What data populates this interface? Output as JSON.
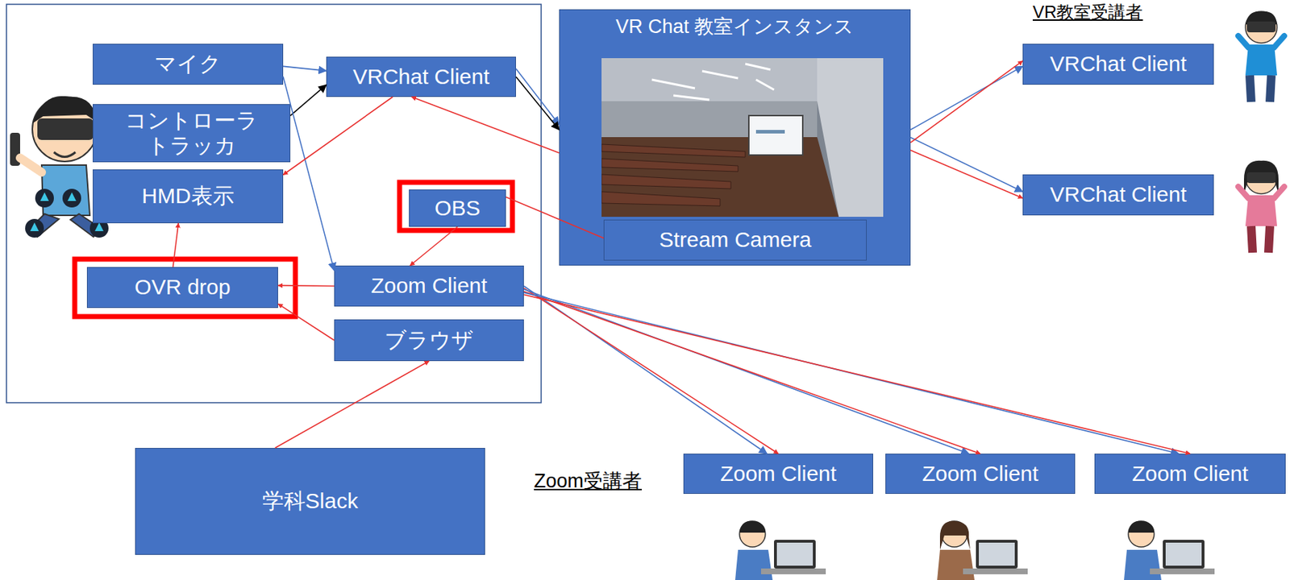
{
  "diagram": {
    "nodes": [
      {
        "text": [
          "マイク"
        ]
      },
      {
        "text": [
          "VRChat Client"
        ]
      },
      {
        "text": [
          "VR Chat 教室インスタンス"
        ]
      },
      {
        "text": [
          "Stream Camera"
        ],
        "in": 2
      },
      {
        "text": [
          "VRChat Client"
        ]
      },
      {
        "text": [
          "VRChat Client"
        ]
      },
      {
        "text": [
          "コントローラ トラッカ"
        ]
      },
      {
        "text": [
          "HMD表示"
        ]
      },
      {
        "text": [
          "OBS"
        ]
      },
      {
        "text": [
          "Zoom Client"
        ]
      },
      {
        "text": [
          "OVR drop"
        ]
      },
      {
        "text": [
          "ブラウザ"
        ]
      },
      {
        "text": [
          "学科Slack"
        ]
      },
      {
        "text": [
          "Zoom Client"
        ]
      },
      {
        "text": [
          "Zoom Client"
        ]
      },
      {
        "text": [
          "Zoom Client"
        ]
      }
    ],
    "edges": [
      {
        "from": 0,
        "to": 1,
        "arrow": "to"
      },
      {
        "from": 6,
        "to": 1,
        "arrow": "to"
      },
      {
        "from": 0,
        "to": 9,
        "arrow": "to"
      },
      {
        "from": 1,
        "to": 2,
        "arrow": "to"
      },
      {
        "from": 1,
        "to": 2,
        "arrow": "to"
      },
      {
        "from": 2,
        "to": 1,
        "arrow": "to"
      },
      {
        "from": 1,
        "to": 7,
        "arrow": "to"
      },
      {
        "from": 2,
        "to": 4,
        "arrow": "to"
      },
      {
        "from": 2,
        "to": 5,
        "arrow": "to"
      },
      {
        "from": 2,
        "to": 4,
        "arrow": "to"
      },
      {
        "from": 2,
        "to": 5,
        "arrow": "to"
      },
      {
        "from": 3,
        "to": 8,
        "arrow": "none"
      },
      {
        "from": 8,
        "to": 9,
        "arrow": "to"
      },
      {
        "from": 9,
        "to": 10,
        "arrow": "to"
      },
      {
        "from": 11,
        "to": 10,
        "arrow": "to"
      },
      {
        "from": 10,
        "to": 7,
        "arrow": "to"
      },
      {
        "from": 12,
        "to": 11,
        "arrow": "to"
      },
      {
        "from": 9,
        "to": 13,
        "arrow": "to"
      },
      {
        "from": 9,
        "to": 13,
        "arrow": "to"
      },
      {
        "from": 9,
        "to": 14,
        "arrow": "to"
      },
      {
        "from": 9,
        "to": 14,
        "arrow": "to"
      },
      {
        "from": 9,
        "to": 15,
        "arrow": "to"
      },
      {
        "from": 9,
        "to": 15,
        "arrow": "to"
      }
    ],
    "labels": [
      "VR教室受講者",
      "Zoom受講者"
    ]
  }
}
